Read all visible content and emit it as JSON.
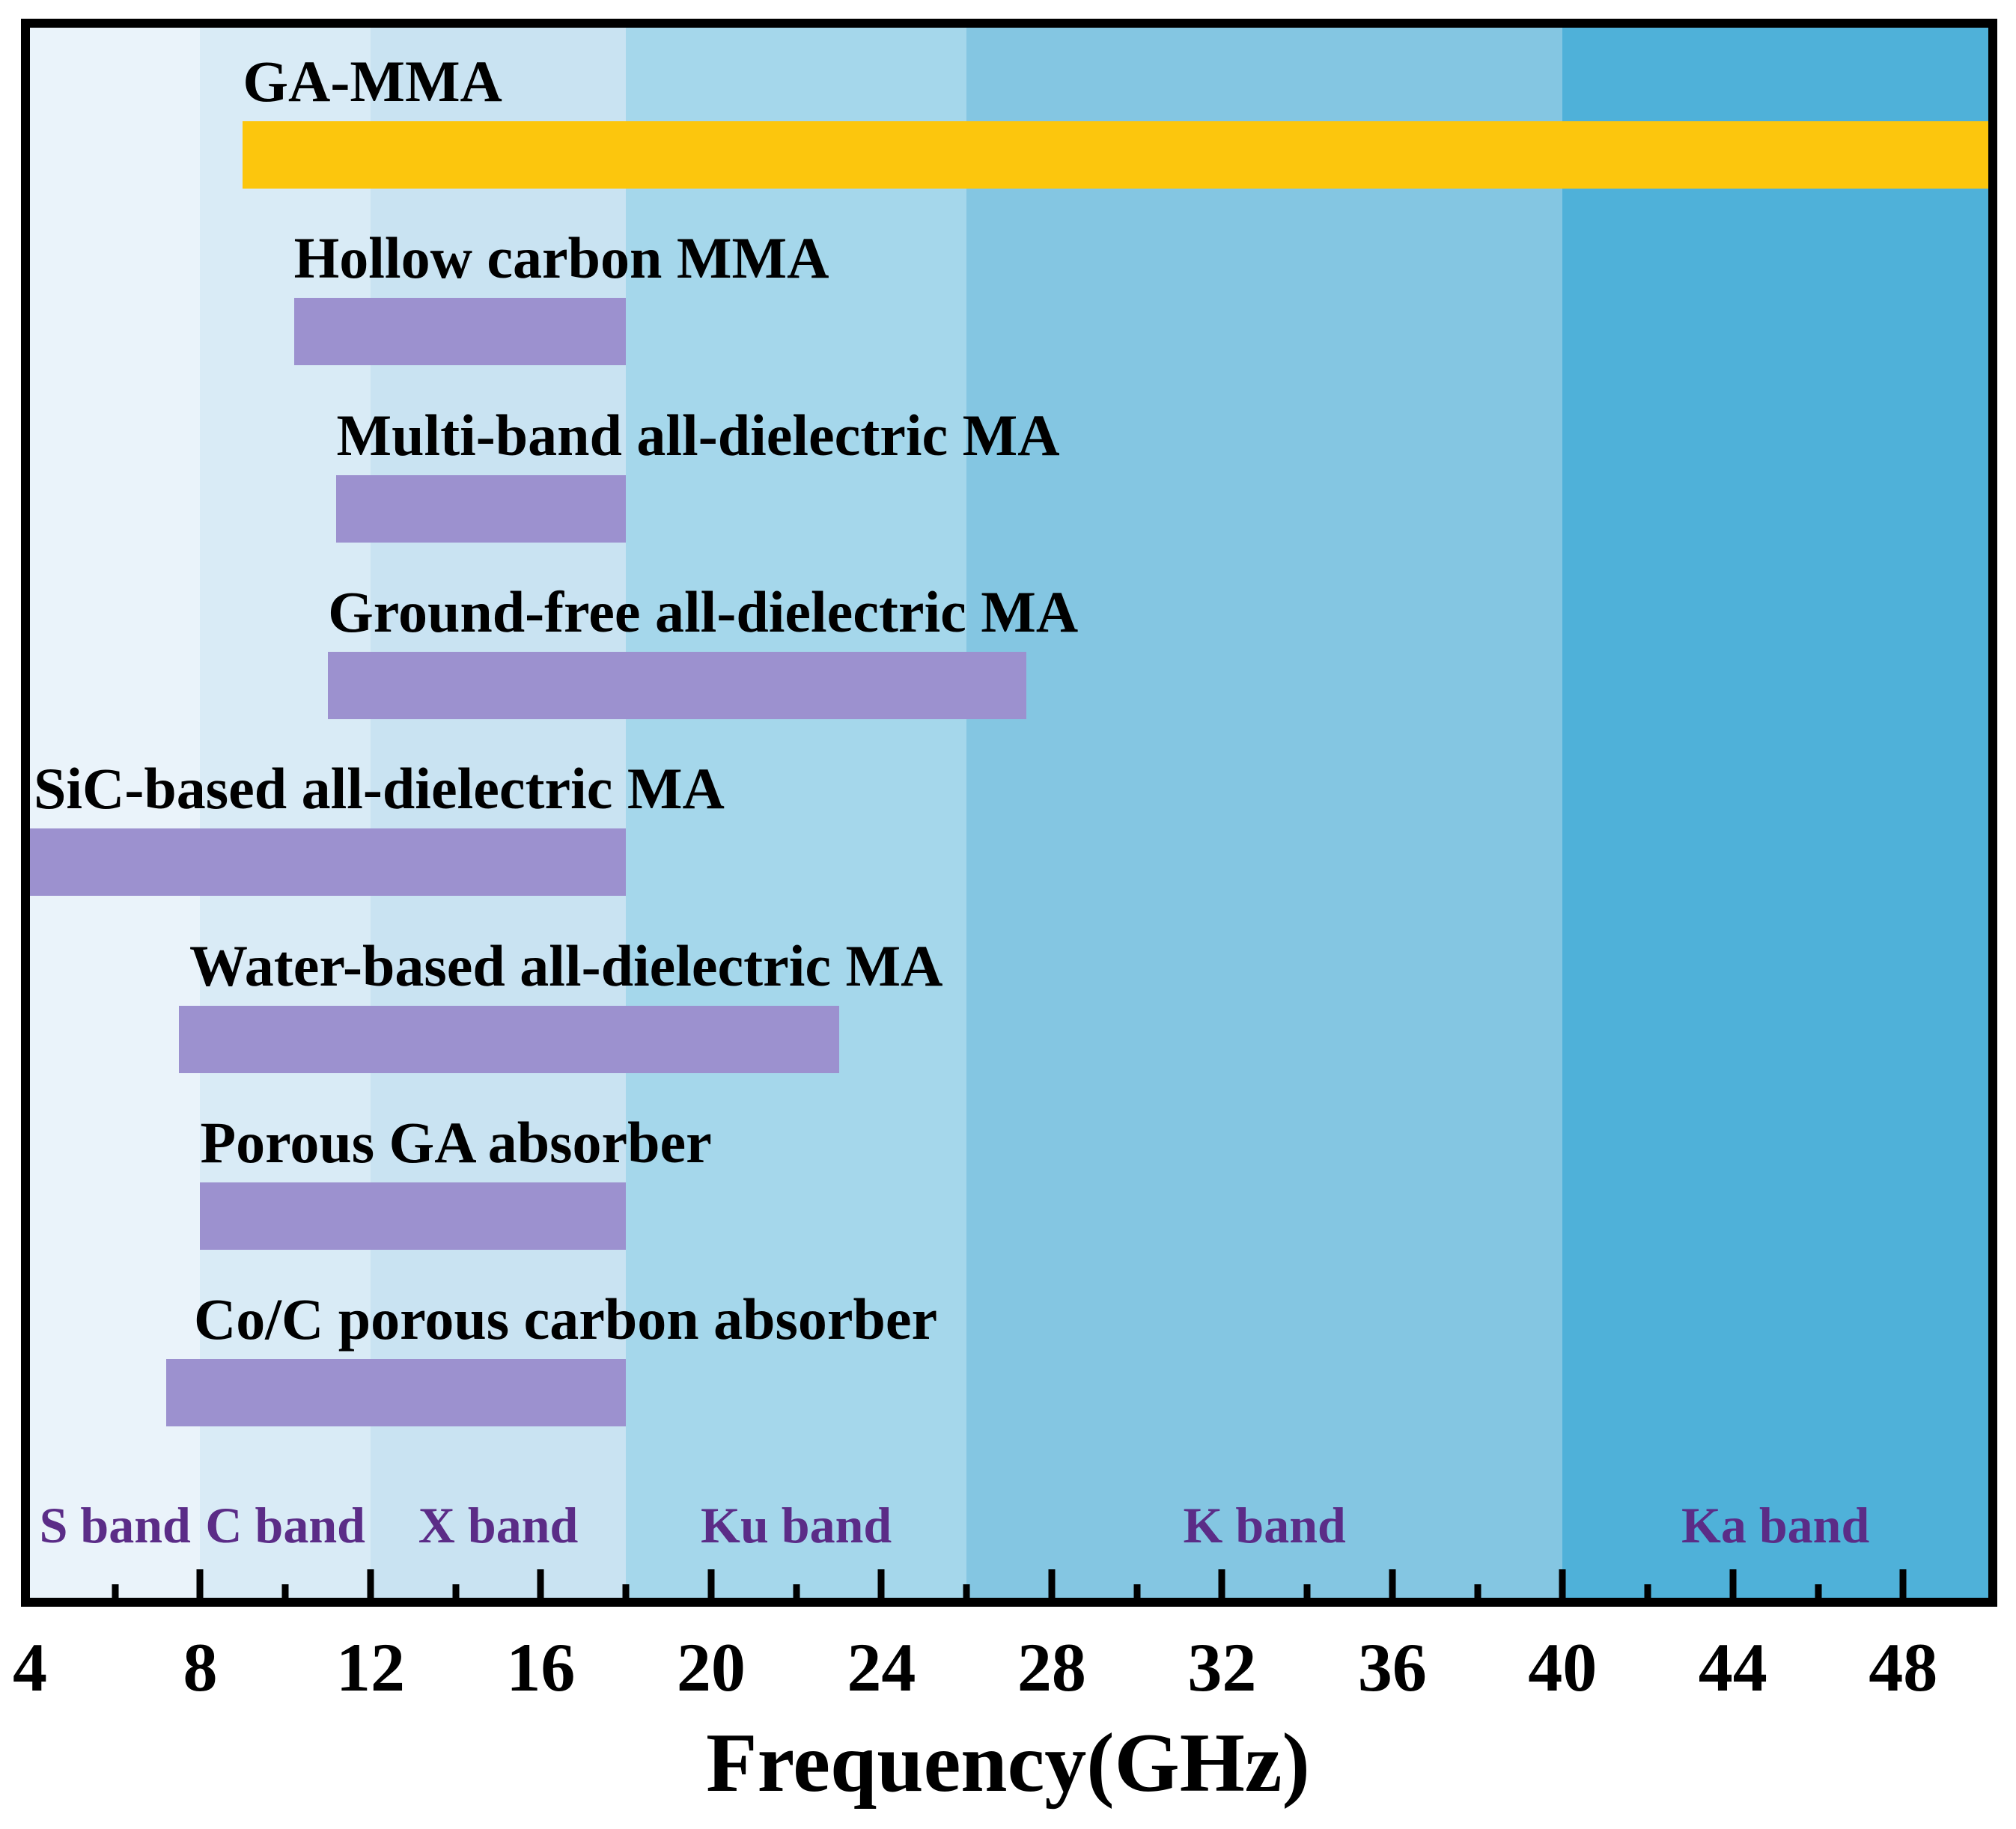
{
  "chart_data": {
    "type": "bar",
    "orientation": "horizontal-range",
    "title": "",
    "xlabel": "Frequency(GHz)",
    "axis": {
      "min": 4,
      "max": 50,
      "tick_labels": [
        4,
        8,
        12,
        16,
        20,
        24,
        28,
        32,
        36,
        40,
        44,
        48
      ],
      "minor_ticks": [
        6,
        10,
        14,
        18,
        22,
        26,
        30,
        34,
        38,
        42,
        46
      ],
      "grid": false
    },
    "bands": [
      {
        "label": "S band",
        "start": 4,
        "end": 8,
        "color": "#eaf3fa"
      },
      {
        "label": "C band",
        "start": 8,
        "end": 12,
        "color": "#d9ebf6"
      },
      {
        "label": "X band",
        "start": 12,
        "end": 18,
        "color": "#c9e3f2"
      },
      {
        "label": "Ku band",
        "start": 18,
        "end": 26,
        "color": "#a5d7eb"
      },
      {
        "label": "K band",
        "start": 26,
        "end": 40,
        "color": "#84c6e2"
      },
      {
        "label": "Ka band",
        "start": 40,
        "end": 50,
        "color": "#4fb1d9"
      }
    ],
    "band_label_color": "#5b2c87",
    "series": [
      {
        "name": "GA-MMA",
        "start": 9.0,
        "end": 50.0,
        "color": "#fcc60d"
      },
      {
        "name": "Hollow carbon MMA",
        "start": 10.2,
        "end": 18.0,
        "color": "#9c91cf"
      },
      {
        "name": "Multi-band all-dielectric MA",
        "start": 11.2,
        "end": 18.0,
        "color": "#9c91cf"
      },
      {
        "name": "Ground-free all-dielectric MA",
        "start": 11.0,
        "end": 27.4,
        "color": "#9c91cf"
      },
      {
        "name": "SiC-based all-dielectric MA",
        "start": 4.0,
        "end": 18.0,
        "color": "#9c91cf"
      },
      {
        "name": "Water-based all-dielectric MA",
        "start": 7.5,
        "end": 23.0,
        "color": "#9c91cf"
      },
      {
        "name": "Porous GA absorber",
        "start": 8.0,
        "end": 18.0,
        "color": "#9c91cf"
      },
      {
        "name": "Co/C porous carbon absorber",
        "start": 7.2,
        "end": 18.0,
        "color": "#9c91cf"
      }
    ]
  }
}
